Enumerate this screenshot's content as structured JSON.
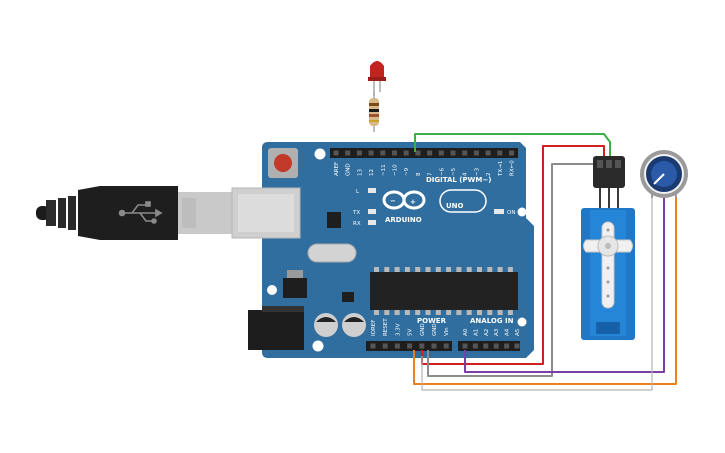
{
  "board": {
    "brand": "ARDUINO",
    "model": "UNO",
    "digital_header": "DIGITAL (PWM~)",
    "power_header": "POWER",
    "analog_header": "ANALOG IN",
    "led_l": "L",
    "led_tx": "TX",
    "led_rx": "RX",
    "led_on": "ON",
    "digital_pins": [
      "AREF",
      "GND",
      "13",
      "12",
      "~11",
      "~10",
      "~9",
      "8",
      "7",
      "~6",
      "~5",
      "4",
      "~3",
      "2",
      "TX→1",
      "RX←0"
    ],
    "power_pins": [
      "IOREF",
      "RESET",
      "3.3V",
      "5V",
      "GND",
      "GND",
      "Vin"
    ],
    "analog_pins": [
      "A0",
      "A1",
      "A2",
      "A3",
      "A4",
      "A5"
    ]
  },
  "components": {
    "led": "red-led",
    "resistor": "resistor",
    "servo": "micro-servo",
    "potentiometer": "potentiometer",
    "usb_cable": "usb-cable"
  },
  "colors": {
    "board": "#2d6b9d",
    "wire_green": "#3cae48",
    "wire_red": "#d21f1f",
    "wire_gray": "#8c8c8c",
    "wire_orange": "#ec7f1c",
    "wire_purple": "#7a3fa6",
    "servo_body": "#1f77c6",
    "pot_knob": "#1a3a70"
  }
}
